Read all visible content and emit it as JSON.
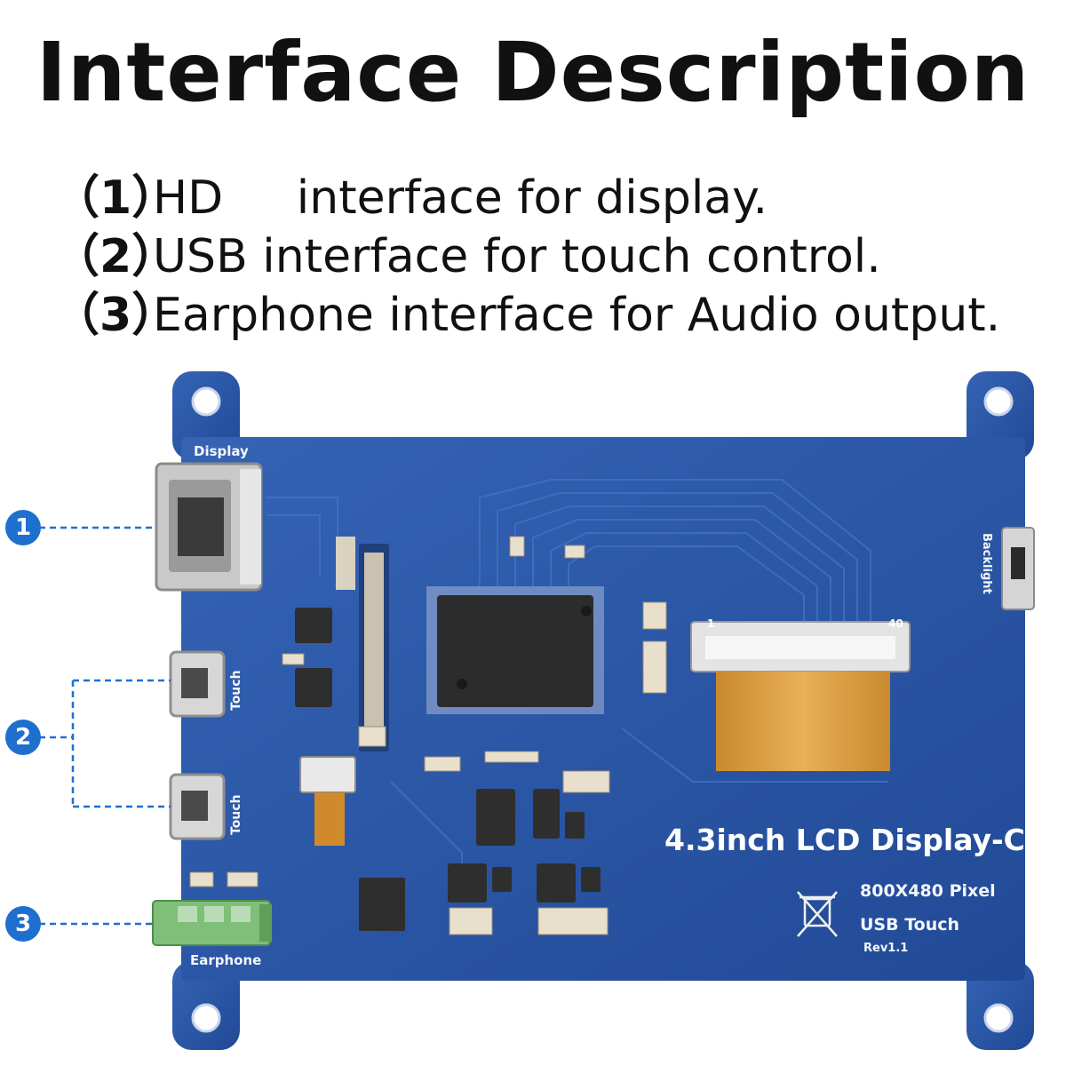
{
  "heading": "Interface Description",
  "items": [
    {
      "num": "（1）",
      "text": "HD     interface for display."
    },
    {
      "num": "（2）",
      "text": "USB interface for touch control."
    },
    {
      "num": "（3）",
      "text": "Earphone interface for Audio output."
    }
  ],
  "callouts": [
    "1",
    "2",
    "3"
  ],
  "board": {
    "title": "4.3inch LCD Display-C",
    "spec_resolution": "800X480 Pixel",
    "spec_touch": "USB Touch",
    "revision": "Rev1.1",
    "port_display": "Display",
    "port_touch_1": "Touch",
    "port_touch_2": "Touch",
    "port_earphone": "Earphone",
    "switch_backlight": "Backlight",
    "fpc_pin_start": "1",
    "fpc_pin_end": "40"
  },
  "colors": {
    "pcb": "#2a56a8",
    "callout": "#1f6fcf",
    "fpc_ribbon": "#d69a3c",
    "audio_jack": "#7fbf7a"
  }
}
